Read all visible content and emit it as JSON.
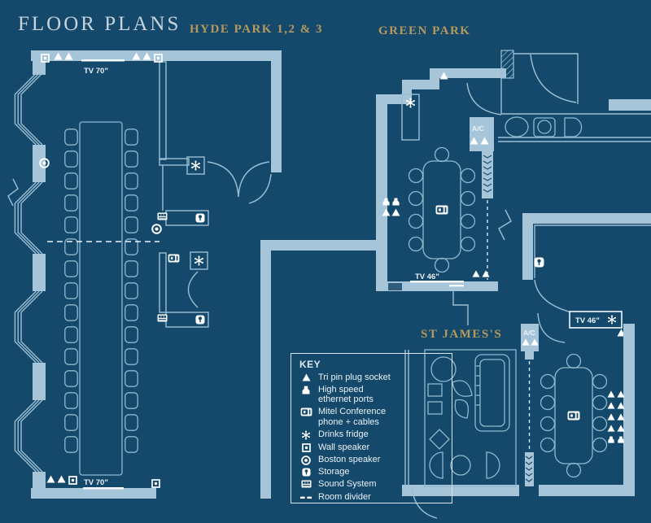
{
  "page": {
    "title": "FLOOR PLANS"
  },
  "plans": {
    "hyde_park": {
      "title": "HYDE PARK 1,2 & 3",
      "tv_top": "TV 70\"",
      "tv_bottom": "TV 70\""
    },
    "green_park": {
      "title": "GREEN PARK",
      "tv": "TV 46\"",
      "ac": "A/C"
    },
    "st_james": {
      "title": "ST JAMES'S",
      "tv": "TV 46\"",
      "ac": "A/C"
    }
  },
  "key": {
    "title": "KEY",
    "items": [
      {
        "icon": "tri-pin-plug-icon",
        "label": "Tri pin plug socket"
      },
      {
        "icon": "ethernet-icon",
        "label": "High speed ethernet ports"
      },
      {
        "icon": "mitel-phone-icon",
        "label": "Mitel Conference phone + cables"
      },
      {
        "icon": "drinks-fridge-icon",
        "label": "Drinks fridge"
      },
      {
        "icon": "wall-speaker-icon",
        "label": "Wall speaker"
      },
      {
        "icon": "boston-speaker-icon",
        "label": "Boston speaker"
      },
      {
        "icon": "storage-icon",
        "label": "Storage"
      },
      {
        "icon": "sound-system-icon",
        "label": "Sound System"
      },
      {
        "icon": "room-divider-icon",
        "label": "Room divider"
      }
    ]
  },
  "colors": {
    "background": "#14496B",
    "wall": "#A6C5D9",
    "outline": "#9CBFD4",
    "accent_gold": "#B59A60",
    "title_silver": "#C7D3DB",
    "icon_white": "#FFFFFF"
  }
}
